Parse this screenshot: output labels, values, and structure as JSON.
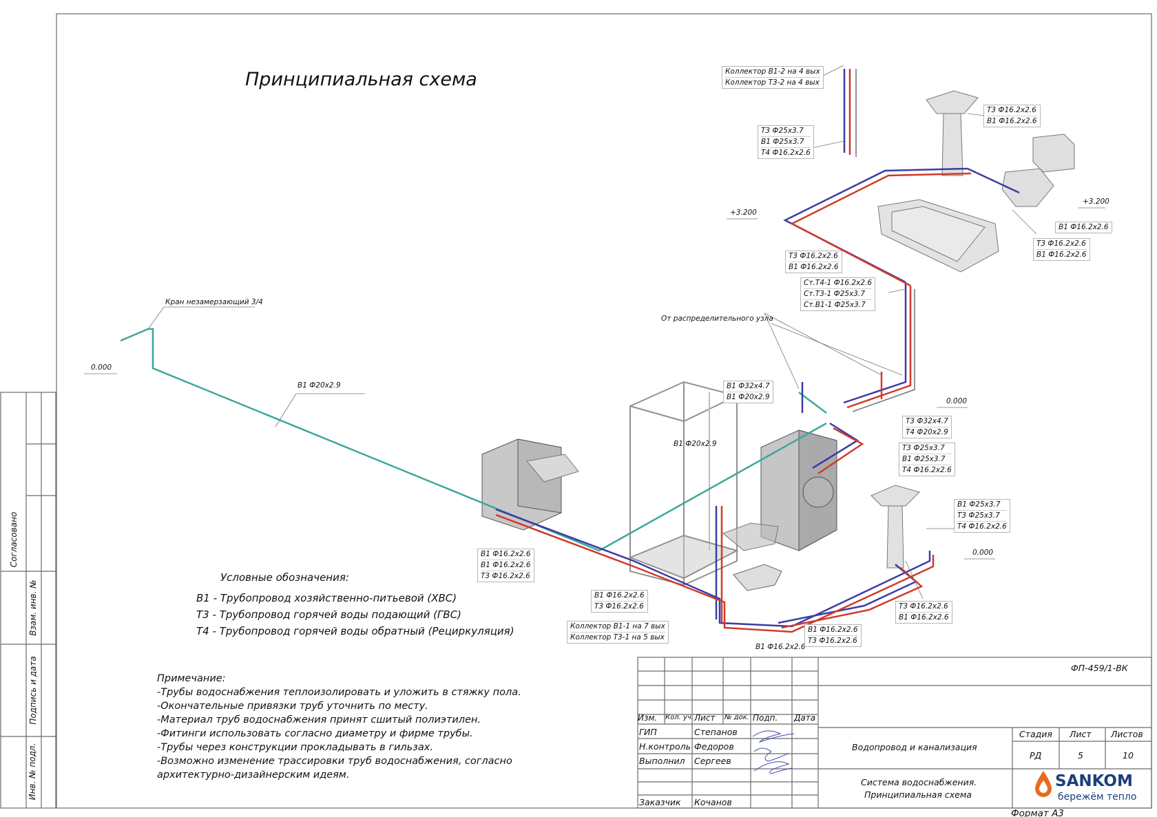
{
  "title": "Принципиальная схема",
  "side_stamp": {
    "agreed": "Согласовано",
    "replaced_inv": "Взам. инв. №",
    "signature_date": "Подпись и дата",
    "inv_no": "Инв. № подл."
  },
  "legend": {
    "heading": "Условные обозначения:",
    "items": [
      "В1 - Трубопровод хозяйственно-питьевой (ХВС)",
      "Т3 - Трубопровод горячей воды подающий (ГВС)",
      "Т4 - Трубопровод горячей воды обратный (Рециркуляция)"
    ]
  },
  "notes": {
    "heading": "Примечание:",
    "items": [
      "-Трубы водоснабжения теплоизолировать и уложить в стяжку пола.",
      "-Окончательные привязки труб уточнить по месту.",
      "-Материал труб водоснабжения принят сшитый полиэтилен.",
      "-Фитинги использовать согласно диаметру и фирме трубы.",
      "-Трубы через конструкции прокладывать в гильзах.",
      "-Возможно изменение трассировки труб водоснабжения, согласно",
      "архитектурно-дизайнерским идеям."
    ]
  },
  "levels": {
    "upper_left": "+3.200",
    "upper_right": "+3.200",
    "ground_left": "0.000",
    "ground_mid": "0.000",
    "ground_right": "0.000"
  },
  "labels": {
    "tap": "Кран незамерзающий 3/4",
    "main_pipe": "В1 Ф20х2.9",
    "from_node": "От распределительного узла",
    "shower_pipe": "В1 Ф20х2.9",
    "box_collector_top": [
      "Коллектор В1-2 на 4 вых",
      "Коллектор Т3-2 на 4 вых"
    ],
    "box_riser_top": [
      "Т3 Ф25х3.7",
      "В1 Ф25х3.7",
      "Т4 Ф16.2х2.6"
    ],
    "box_sink_top": [
      "Т3 Ф16.2х2.6",
      "В1 Ф16.2х2.6"
    ],
    "box_toilet_top": "В1 Ф16.2х2.6",
    "box_bath_right": [
      "Т3 Ф16.2х2.6",
      "В1 Ф16.2х2.6"
    ],
    "box_bath_left": [
      "Т3 Ф16.2х2.6",
      "В1 Ф16.2х2.6"
    ],
    "box_stack": [
      "Ст.Т4-1 Ф16.2х2.6",
      "Ст.Т3-1 Ф25х3.7",
      "Ст.В1-1 Ф25х3.7"
    ],
    "box_inlet": [
      "В1 Ф32х4.7",
      "В1 Ф20х2.9"
    ],
    "box_t3_inlet": [
      "Т3 Ф32х4.7",
      "Т4 Ф20х2.9"
    ],
    "box_mid_riser": [
      "Т3 Ф25х3.7",
      "В1 Ф25х3.7",
      "Т4 Ф16.2х2.6"
    ],
    "box_sink_right": [
      "В1 Ф25х3.7",
      "Т3 Ф25х3.7",
      "Т4 Ф16.2х2.6"
    ],
    "box_sink_low": [
      "Т3 Ф16.2х2.6",
      "В1 Ф16.2х2.6"
    ],
    "box_boiler": [
      "В1 Ф16.2х2.6",
      "В1 Ф16.2х2.6",
      "Т3 Ф16.2х2.6"
    ],
    "box_shower": [
      "В1 Ф16.2х2.6",
      "Т3 Ф16.2х2.6"
    ],
    "box_collector_bottom": [
      "Коллектор В1-1 на 7 вых",
      "Коллектор Т3-1 на 5 вых"
    ],
    "box_floor_bottom": [
      "В1 Ф16.2х2.6",
      "Т3 Ф16.2х2.6"
    ],
    "floor_single": "В1 Ф16.2х2.6"
  },
  "title_block": {
    "doc_code": "ФП-459/1-ВК",
    "head": [
      "Изм.",
      "Кол. уч.",
      "Лист",
      "№ док.",
      "Подп.",
      "Дата"
    ],
    "roles": [
      "ГИП",
      "Н.контроль",
      "Выполнил",
      "Заказчик"
    ],
    "names": [
      "Степанов",
      "Федоров",
      "Сергеев",
      "Кочанов"
    ],
    "section": "Водопровод и канализация",
    "drawing_title": [
      "Система водоснабжения.",
      "Принципиальная схема"
    ],
    "stage_head": "Стадия",
    "sheet_head": "Лист",
    "sheets_head": "Листов",
    "stage": "РД",
    "sheet": "5",
    "sheets": "10",
    "brand": "SANKOM",
    "slogan": "бережём тепло",
    "format": "Формат А3"
  },
  "colors": {
    "cold": "#3b3ba8",
    "hot": "#d03a2a",
    "recirc": "#7a7a7a",
    "main_line": "#3aa89a",
    "brand": "#e86b1f",
    "brand_text": "#1d3f7a"
  }
}
